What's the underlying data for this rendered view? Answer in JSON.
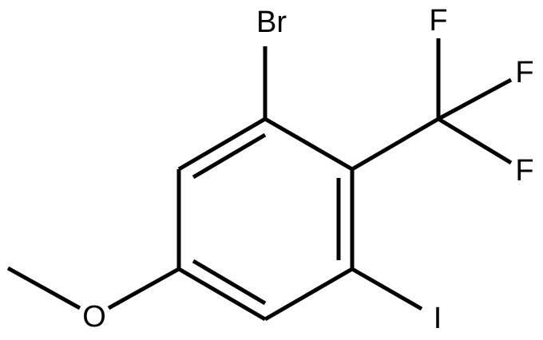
{
  "molecule": {
    "atoms": {
      "br": "Br",
      "f1": "F",
      "f2": "F",
      "f3": "F",
      "i": "I",
      "o": "O"
    },
    "colors": {
      "bond": "#000000",
      "label": "#000000",
      "background": "#ffffff"
    }
  }
}
